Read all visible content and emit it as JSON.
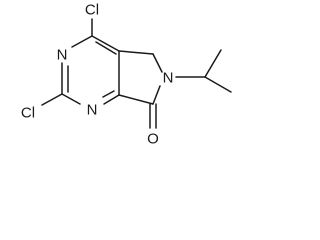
{
  "molecule": {
    "atoms": {
      "cl_top": "Cl",
      "cl_left": "Cl",
      "n_upper": "N",
      "n_lower": "N",
      "n_ring": "N",
      "o_carbonyl": "O"
    }
  }
}
